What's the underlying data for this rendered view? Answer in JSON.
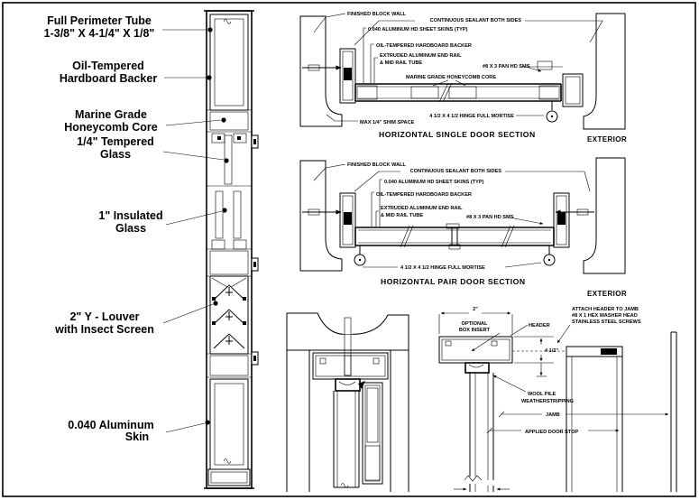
{
  "page": {
    "background": "#ffffff",
    "ink": "#000000"
  },
  "vertical_section": {
    "labels": [
      {
        "line1": "Full Perimeter Tube",
        "line2": "1-3/8\" X 4-1/4\" X 1/8\""
      },
      {
        "line1": "Oil-Tempered",
        "line2": "Hardboard Backer"
      },
      {
        "line1": "Marine Grade",
        "line2": "Honeycomb Core"
      },
      {
        "line1": "1/4\" Tempered",
        "line2": "Glass"
      },
      {
        "line1": "1\" Insulated",
        "line2": "Glass"
      },
      {
        "line1": "2\" Y - Louver",
        "line2": "with Insect Screen"
      },
      {
        "line1": "0.040 Aluminum",
        "line2": "Skin"
      }
    ]
  },
  "callouts": {
    "finished_wall": "FINISHED BLOCK WALL",
    "sealant": "CONTINUOUS SEALANT BOTH SIDES",
    "skin": "0.040 ALUMINUM HD SHEET SKINS (TYP)",
    "hardboard": "OIL-TEMPERED HARDBOARD BACKER",
    "rail1": "EXTRUDED ALUMINUM END RAIL",
    "rail2": "& MID RAIL TUBE",
    "honeycomb": "MARINE GRADE HONEYCOMB CORE",
    "screws": "#8 X 3 PAN HD SMS",
    "shim": "MAX 1/4\" SHIM SPACE",
    "hinges": "4 1/2 X 4 1/2 HINGE FULL MORTISE"
  },
  "single_section": {
    "title": "HORIZONTAL SINGLE DOOR SECTION",
    "exterior": "EXTERIOR"
  },
  "pair_section": {
    "title": "HORIZONTAL PAIR DOOR SECTION",
    "exterior": "EXTERIOR"
  },
  "head_jamb_detail": {
    "width_dim": "2\"",
    "optional1": "OPTIONAL",
    "optional2": "BOX INSERT",
    "header": "HEADER",
    "attach1": "ATTACH HEADER TO JAMB",
    "attach2": "#8 X 1 HEX WASHER HEAD",
    "attach3": "STAINLESS STEEL SCREWS",
    "height_dim": "4 1/2\"",
    "wool1": "WOOL PILE",
    "wool2": "WEATHERSTRIPPING",
    "jamb": "JAMB",
    "door_stop": "APPLIED DOOR STOP"
  }
}
